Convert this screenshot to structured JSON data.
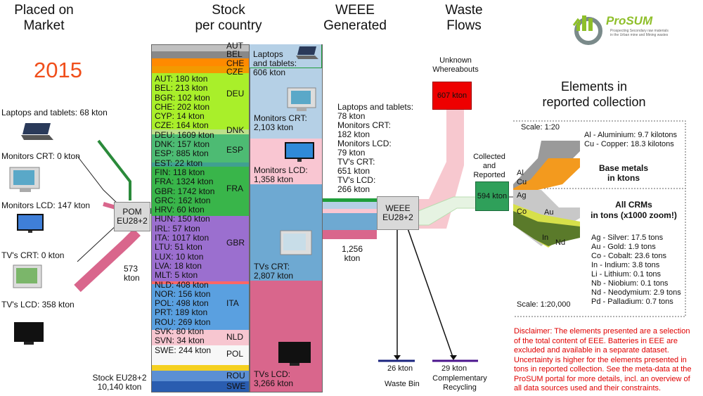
{
  "headers": {
    "pom": "Placed on\nMarket",
    "stock": "Stock\nper country",
    "weee": "WEEE\nGenerated",
    "waste": "Waste\nFlows",
    "elements": "Elements in\nreported collection"
  },
  "year": "2015",
  "logo": {
    "text": "ProSUM",
    "tagline": "Prospecting Secondary raw materials\nin the Urban mine and Mining wastes"
  },
  "pom_items": [
    {
      "label": "Laptops and tablets: 68 kton"
    },
    {
      "label": "Monitors CRT: 0 kton"
    },
    {
      "label": "Monitors LCD: 147 kton"
    },
    {
      "label": "TV's CRT: 0 kton"
    },
    {
      "label": "TV's LCD: 358 kton"
    }
  ],
  "pom_box": "POM\nEU28+2",
  "pom_flow_label": "573\nkton",
  "stock_total": "Stock EU28+2\n10,140 kton",
  "country_labels": [
    "AUT",
    "BEL",
    "CHE",
    "CZE",
    "DEU",
    "DNK",
    "ESP",
    "FRA",
    "GBR",
    "ITA",
    "NLD",
    "POL",
    "ROU",
    "SWE"
  ],
  "stock_values": [
    "AUT: 180 kton",
    "BEL: 213 kton",
    "BGR: 102 kton",
    "CHE: 202 kton",
    "CYP: 14 kton",
    "CZE: 164 kton",
    "DEU: 1609 kton",
    "DNK: 157 kton",
    "ESP: 885 kton",
    "EST: 22 kton",
    "FIN: 118 kton",
    "FRA: 1324 kton",
    "GBR: 1742 kton",
    "GRC: 162 kton",
    "HRV: 60 kton",
    "HUN: 150 kton",
    "IRL: 57 kton",
    "ITA: 1017 kton",
    "LTU: 51 kton",
    "LUX: 10 kton",
    "LVA: 18 kton",
    "MLT: 5 kton",
    "NLD: 408 kton",
    "NOR: 156 kton",
    "POL: 498 kton",
    "PRT: 189 kton",
    "ROU: 269 kton",
    "SVK: 80 kton",
    "SVN: 34 kton",
    "SWE: 244 kton"
  ],
  "product_stock": [
    {
      "label": "Laptops\nand tablets:\n606 kton"
    },
    {
      "label": "Monitors CRT:\n2,103 kton"
    },
    {
      "label": "Monitors LCD:\n1,358 kton"
    },
    {
      "label": "TVs CRT:\n2,807 kton"
    },
    {
      "label": "TVs LCD:\n3,266 kton"
    }
  ],
  "weee_breakdown": "Laptops and tablets:\n78 kton\nMonitors CRT:\n182 kton\nMonitors LCD:\n79 kton\nTV's CRT:\n651 kton\nTV's LCD:\n266 kton",
  "weee_box": "WEEE\nEU28+2",
  "weee_total": "1,256\nkton",
  "unknown": {
    "title": "Unknown\nWhereabouts",
    "value": "607 kton"
  },
  "collected": {
    "title": "Collected\nand\nReported",
    "value": "594 kton"
  },
  "waste_bin": {
    "value": "26 kton",
    "label": "Waste Bin"
  },
  "recycling": {
    "value": "29 kton",
    "label": "Complementary\nRecycling"
  },
  "elements": {
    "scale_top": "Scale: 1:20",
    "base_metals": "Al - Aluminium: 9.7 kilotons\nCu - Copper: 18.3 kilotons",
    "base_title": "Base metals\nin ktons",
    "crm_title": "All CRMs\nin tons (x1000 zoom!)",
    "crm_list": "Ag - Silver: 17.5 tons\nAu - Gold: 1.9 tons\nCo - Cobalt: 23.6 tons\nIn - Indium: 3.8 tons\nLi - Lithium: 0.1 tons\nNb - Niobium: 0.1 tons\nNd - Neodymium: 2.9 tons\nPd - Palladium: 0.7 tons",
    "scale_bottom": "Scale: 1:20,000",
    "sym": {
      "al": "Al",
      "cu": "Cu",
      "ag": "Ag",
      "co": "Co",
      "au": "Au",
      "in": "In",
      "nd": "Nd"
    }
  },
  "disclaimer": "Disclaimer: The elements presented are a selection\nof the total content of EEE. Batteries in EEE are\nexcluded and available in a separate dataset.\nUncertainty is higher for the elements presented in\ntons in reported collection. See the meta-data at the\nProSUM portal for more details, incl. an overview of\nall data sources used and their constraints.",
  "colors": {
    "year": "#f04e1a",
    "green": "#1f9e3a",
    "pink": "#d9668c",
    "red": "#ee0000",
    "collected": "#2fa05a",
    "orange": "#f39a1e",
    "olive": "#5a7a2a"
  }
}
